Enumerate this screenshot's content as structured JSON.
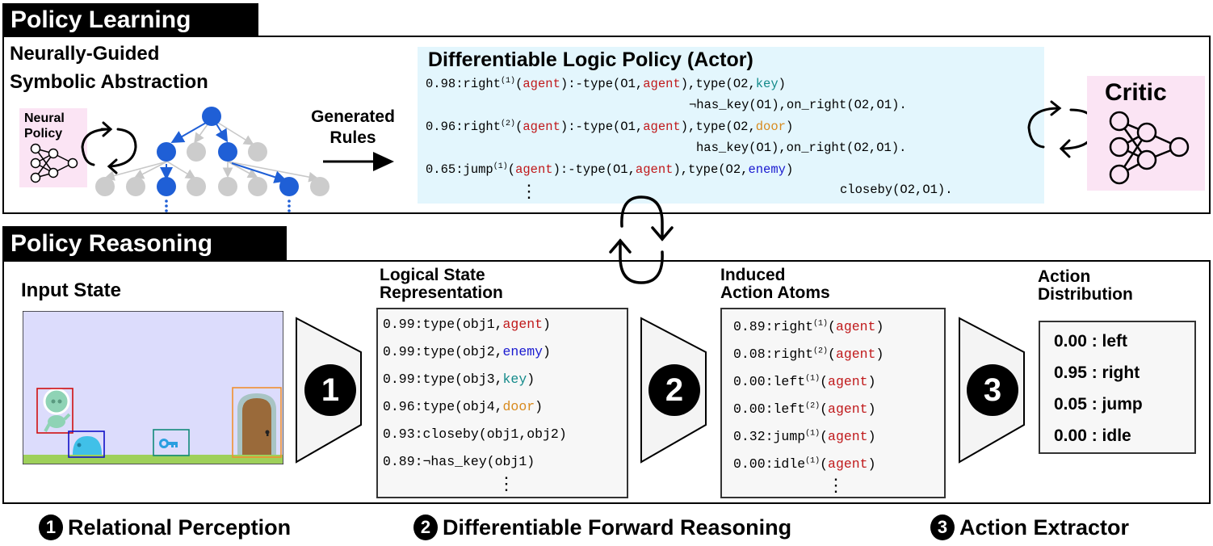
{
  "policy_learning": {
    "title": "Policy Learning",
    "nudge": {
      "title_line1": "Neurally-Guided",
      "title_line2": "Symbolic Abstraction",
      "neural_policy_label_line1": "Neural",
      "neural_policy_label_line2": "Policy"
    },
    "generated_rules_line1": "Generated",
    "generated_rules_line2": "Rules",
    "actor": {
      "title": "Differentiable Logic Policy (Actor)",
      "rules": [
        {
          "weight": "0.98",
          "head": "right",
          "sup": "(1)",
          "arg": "agent",
          "body_a": "):-type(O1,",
          "body_arg": "agent",
          "body_b": "),type(O2,",
          "target": "key",
          "target_color": "key",
          "tail": ")",
          "line2": "¬has_key(O1),on_right(O2,O1)."
        },
        {
          "weight": "0.96",
          "head": "right",
          "sup": "(2)",
          "arg": "agent",
          "body_a": "):-type(O1,",
          "body_arg": "agent",
          "body_b": "),type(O2,",
          "target": "door",
          "target_color": "door",
          "tail": ")",
          "line2": "has_key(O1),on_right(O2,O1)."
        },
        {
          "weight": "0.65",
          "head": "jump",
          "sup": "(1)",
          "arg": "agent",
          "body_a": "):-type(O1,",
          "body_arg": "agent",
          "body_b": "),type(O2,",
          "target": "enemy",
          "target_color": "enemy",
          "tail": ")",
          "line2": "closeby(O2,O1)."
        }
      ],
      "ellipsis": "⋮"
    },
    "critic": {
      "title": "Critic"
    }
  },
  "policy_reasoning": {
    "title": "Policy Reasoning",
    "input_state": {
      "title": "Input State"
    },
    "logical_state": {
      "title_line1": "Logical State",
      "title_line2": "Representation",
      "atoms": [
        {
          "prefix": "0.99:type(obj1,",
          "arg": "agent",
          "cls": "c-agent",
          "suffix": ")"
        },
        {
          "prefix": "0.99:type(obj2,",
          "arg": "enemy",
          "cls": "c-enemy",
          "suffix": ")"
        },
        {
          "prefix": "0.99:type(obj3,",
          "arg": "key",
          "cls": "c-key",
          "suffix": ")"
        },
        {
          "prefix": "0.96:type(obj4,",
          "arg": "door",
          "cls": "c-door",
          "suffix": ")"
        },
        {
          "prefix": "0.93:closeby(obj1,obj2)",
          "arg": "",
          "cls": "",
          "suffix": ""
        },
        {
          "prefix": "0.89:¬has_key(obj1)",
          "arg": "",
          "cls": "",
          "suffix": ""
        }
      ],
      "ellipsis": "⋮"
    },
    "action_atoms": {
      "title_line1": "Induced",
      "title_line2": "Action Atoms",
      "atoms": [
        {
          "weight": "0.89",
          "action": "right",
          "sup": "(1)",
          "arg": "agent"
        },
        {
          "weight": "0.08",
          "action": "right",
          "sup": "(2)",
          "arg": "agent"
        },
        {
          "weight": "0.00",
          "action": "left",
          "sup": "(1)",
          "arg": "agent"
        },
        {
          "weight": "0.00",
          "action": "left",
          "sup": "(2)",
          "arg": "agent"
        },
        {
          "weight": "0.32",
          "action": "jump",
          "sup": "(1)",
          "arg": "agent"
        },
        {
          "weight": "0.00",
          "action": "idle",
          "sup": "(1)",
          "arg": "agent"
        }
      ],
      "ellipsis": "⋮"
    },
    "action_distribution": {
      "title_line1": "Action",
      "title_line2": "Distribution",
      "rows": [
        {
          "prob": "0.00",
          "action": "left"
        },
        {
          "prob": "0.95",
          "action": "right"
        },
        {
          "prob": "0.05",
          "action": "jump"
        },
        {
          "prob": "0.00",
          "action": "idle"
        }
      ]
    },
    "steps": [
      "1",
      "2",
      "3"
    ]
  },
  "legend": [
    {
      "num": "1",
      "label": "Relational Perception"
    },
    {
      "num": "2",
      "label": "Differentiable Forward Reasoning"
    },
    {
      "num": "3",
      "label": "Action Extractor"
    }
  ],
  "colors": {
    "agent": "#c0191b",
    "enemy": "#1a1ad0",
    "key": "#138a8a",
    "door": "#d88a1e",
    "tree_node_active": "#1f5fd6",
    "tree_node_inactive": "#cccccc",
    "actor_bg": "#e3f6fd",
    "pink_bg": "#fbe4f4",
    "game_sky": "#dcdcfc",
    "game_grass": "#9ed05a"
  }
}
